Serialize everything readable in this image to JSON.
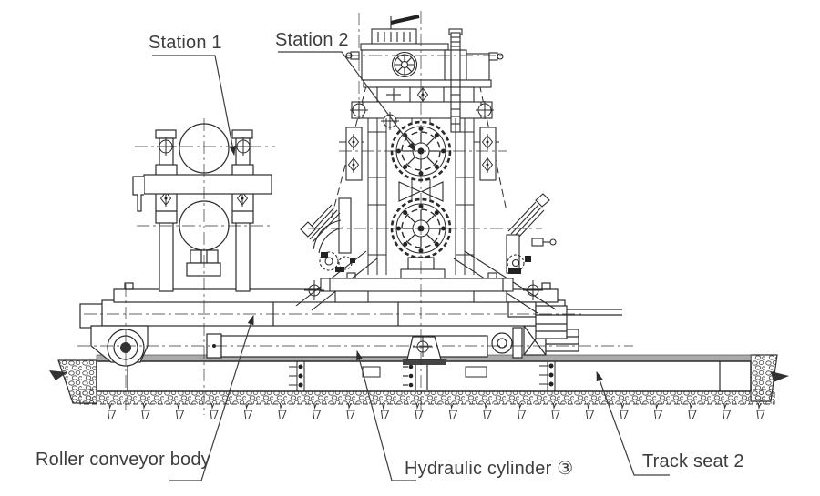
{
  "drawing": {
    "type": "technical-engineering-drawing",
    "labels": {
      "station1": "Station 1",
      "station2": "Station 2",
      "roller_conveyor": "Roller conveyor body",
      "hydraulic_cylinder": "Hydraulic cylinder ③",
      "track_seat": "Track seat 2"
    },
    "colors": {
      "line": "#2b2b2b",
      "text": "#3d3d3d",
      "gray_fill": "#a9aba8",
      "dark_fill": "#222222",
      "background": "#ffffff"
    }
  }
}
